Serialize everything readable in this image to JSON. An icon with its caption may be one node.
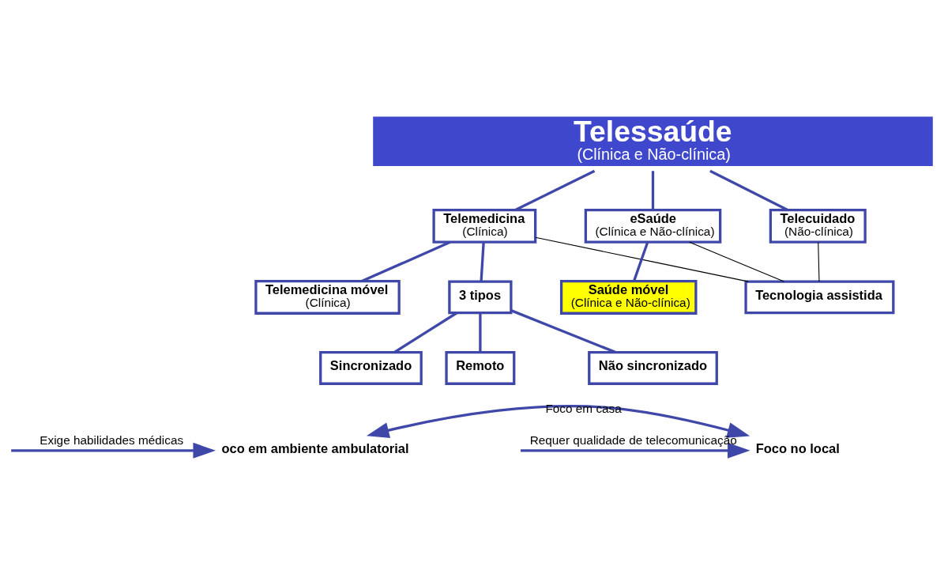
{
  "diagram": {
    "nodes": [
      {
        "text": [
          "Telessaúde",
          "(Clínica e Não-clínica)"
        ]
      },
      {
        "text": [
          "Telemedicina",
          "(Clínica)"
        ]
      },
      {
        "text": [
          "eSaúde",
          "(Clínica e Não-clínica)"
        ]
      },
      {
        "text": [
          "Telecuidado",
          "(Não-clínica)"
        ]
      },
      {
        "text": [
          "Telemedicina móvel",
          "(Clínica)"
        ]
      },
      {
        "text": [
          "Saúde móvel",
          "(Clínica e Não-clínica)"
        ]
      },
      {
        "text": [
          "3 tipos"
        ]
      },
      {
        "text": [
          "Tecnologia assistida"
        ]
      },
      {
        "text": [
          "Sincronizado"
        ]
      },
      {
        "text": [
          "Não sincronizado"
        ]
      },
      {
        "text": [
          "Remoto"
        ]
      },
      {
        "text": [
          "oco em ambiente ambulatorial"
        ]
      },
      {
        "text": [
          "Foco no local"
        ]
      }
    ],
    "edges": [
      {
        "from": 0,
        "to": 1,
        "arrow": "none"
      },
      {
        "from": 0,
        "to": 2,
        "arrow": "none"
      },
      {
        "from": 0,
        "to": 3,
        "arrow": "none"
      },
      {
        "from": 1,
        "to": 4,
        "arrow": "none"
      },
      {
        "from": 2,
        "to": 5,
        "arrow": "none"
      },
      {
        "from": 1,
        "to": 6,
        "arrow": "none"
      },
      {
        "from": 1,
        "to": 7,
        "arrow": "none",
        "color": "#000000"
      },
      {
        "from": 2,
        "to": 7,
        "arrow": "none",
        "color": "#000000"
      },
      {
        "from": 3,
        "to": 7,
        "arrow": "none",
        "color": "#000000"
      },
      {
        "from": 6,
        "to": 8,
        "arrow": "none"
      },
      {
        "from": 6,
        "to": 10,
        "arrow": "none"
      },
      {
        "from": 6,
        "to": 9,
        "arrow": "none"
      },
      {
        "from": 11,
        "to": 12,
        "label": "Foco em casa",
        "arrow": "both"
      },
      {
        "from": null,
        "to": 11,
        "label": "Exige habilidades médicas",
        "arrow": "to"
      },
      {
        "from": null,
        "to": 12,
        "label": "Requer qualidade de telecomunicação",
        "arrow": "to"
      }
    ]
  }
}
